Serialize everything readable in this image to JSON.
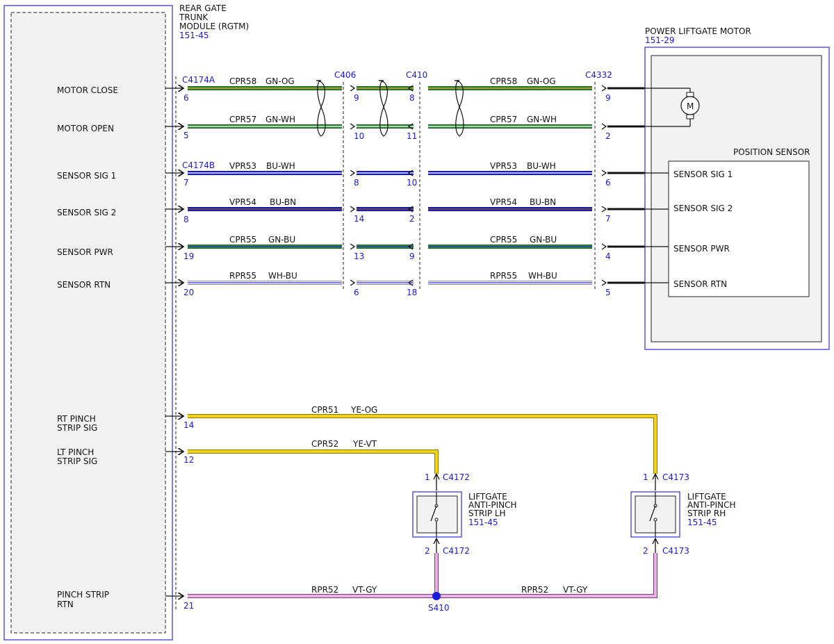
{
  "colors": {
    "module_border": "#3b3be0",
    "connector_blue": "#1a1adc",
    "gn": "#2e8b3a",
    "og": "#e6a117",
    "wh": "#ffffff",
    "bu": "#2a2ad4",
    "bn": "#7a4a1e",
    "ye": "#f2d21b",
    "vt": "#c979c9",
    "gy": "#9a9a9a"
  },
  "module": {
    "name_lines": [
      "REAR GATE",
      "TRUNK",
      "MODULE (RGTM)"
    ],
    "ref": "151-45",
    "pins": [
      {
        "label": [
          "MOTOR CLOSE"
        ],
        "pin": "6"
      },
      {
        "label": [
          "MOTOR OPEN"
        ],
        "pin": "5"
      },
      {
        "label": [
          "SENSOR SIG 1"
        ],
        "pin": "7"
      },
      {
        "label": [
          "SENSOR SIG 2"
        ],
        "pin": "8"
      },
      {
        "label": [
          "SENSOR PWR"
        ],
        "pin": "19"
      },
      {
        "label": [
          "SENSOR RTN"
        ],
        "pin": "20"
      },
      {
        "label": [
          "RT PINCH",
          "STRIP SIG"
        ],
        "pin": "14"
      },
      {
        "label": [
          "LT PINCH",
          "STRIP SIG"
        ],
        "pin": "12"
      },
      {
        "label": [
          "PINCH STRIP",
          "RTN"
        ],
        "pin": "21"
      }
    ]
  },
  "connectors": {
    "c4174a": "C4174A",
    "c4174b": "C4174B",
    "c406": "C406",
    "c410": "C410",
    "c4332": "C4332",
    "c4172": "C4172",
    "c4173": "C4173"
  },
  "wires": [
    {
      "circuit": "CPR58",
      "color": "GN-OG",
      "c406": "9",
      "c410": "8",
      "c4332": "9"
    },
    {
      "circuit": "CPR57",
      "color": "GN-WH",
      "c406": "10",
      "c410": "11",
      "c4332": "2"
    },
    {
      "circuit": "VPR53",
      "color": "BU-WH",
      "c406": "8",
      "c410": "10",
      "c4332": "6"
    },
    {
      "circuit": "VPR54",
      "color": "BU-BN",
      "c406": "14",
      "c410": "2",
      "c4332": "7"
    },
    {
      "circuit": "CPR55",
      "color": "GN-BU",
      "c406": "13",
      "c410": "9",
      "c4332": "4"
    },
    {
      "circuit": "RPR55",
      "color": "WH-BU",
      "c406": "6",
      "c410": "18",
      "c4332": "5"
    }
  ],
  "motor": {
    "title": "POWER LIFTGATE MOTOR",
    "ref": "151-29",
    "motor_symbol": "M",
    "sensor_title": "POSITION SENSOR",
    "sensor_pins": [
      "SENSOR SIG 1",
      "SENSOR SIG 2",
      "SENSOR PWR",
      "SENSOR RTN"
    ]
  },
  "pinch_wires": {
    "rt": {
      "circuit": "CPR51",
      "color": "YE-OG"
    },
    "lt": {
      "circuit": "CPR52",
      "color": "YE-VT"
    },
    "rtn_left": {
      "circuit": "RPR52",
      "color": "VT-GY"
    },
    "rtn_right": {
      "circuit": "RPR52",
      "color": "VT-GY"
    }
  },
  "strip_lh": {
    "name_lines": [
      "LIFTGATE",
      "ANTI-PINCH",
      "STRIP LH"
    ],
    "ref": "151-45",
    "pin_top": "1",
    "pin_bottom": "2"
  },
  "strip_rh": {
    "name_lines": [
      "LIFTGATE",
      "ANTI-PINCH",
      "STRIP RH"
    ],
    "ref": "151-45",
    "pin_top": "1",
    "pin_bottom": "2"
  },
  "splice": "S410"
}
